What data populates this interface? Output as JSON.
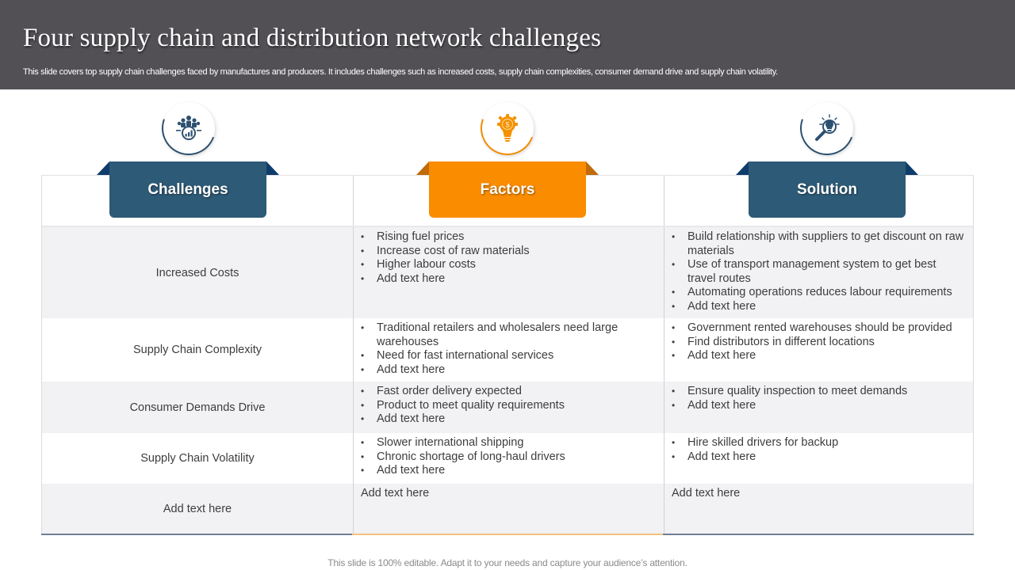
{
  "header": {
    "title": "Four supply chain and distribution network challenges",
    "subtitle": "This slide covers top supply chain challenges faced by manufactures and producers. It includes challenges such as increased costs, supply chain complexities, consumer demand drive and supply chain volatility."
  },
  "colors": {
    "header_bg": "#525055",
    "blue": "#2d5a76",
    "orange": "#fa8c00",
    "shaded_row": "#f2f1f4"
  },
  "columns": [
    {
      "label": "Challenges",
      "icon": "team-analytics-icon",
      "color": "#2d5a76"
    },
    {
      "label": "Factors",
      "icon": "lightbulb-gear-icon",
      "color": "#fa8c00"
    },
    {
      "label": "Solution",
      "icon": "magnifier-lightbulb-icon",
      "color": "#2d5a76"
    }
  ],
  "rows": [
    {
      "challenge": "Increased Costs",
      "factors": [
        "Rising fuel prices",
        "Increase cost of raw materials",
        "Higher labour costs",
        "Add text here"
      ],
      "solutions": [
        "Build relationship with suppliers to get discount on raw materials",
        "Use of transport management system to get best travel routes",
        "Automating operations reduces labour requirements",
        "Add text here"
      ]
    },
    {
      "challenge": "Supply Chain Complexity",
      "factors": [
        "Traditional retailers and wholesalers need large warehouses",
        "Need for fast international services",
        "Add text here"
      ],
      "solutions": [
        "Government rented warehouses should be provided",
        "Find distributors in different locations",
        "Add text here"
      ]
    },
    {
      "challenge": "Consumer Demands Drive",
      "factors": [
        "Fast order delivery expected",
        "Product to meet quality requirements",
        "Add text here"
      ],
      "solutions": [
        "Ensure quality inspection to meet demands",
        "Add text here"
      ]
    },
    {
      "challenge": "Supply Chain Volatility",
      "factors": [
        "Slower international shipping",
        "Chronic shortage of long-haul drivers",
        "Add text here"
      ],
      "solutions": [
        "Hire skilled drivers  for backup",
        "Add text here"
      ]
    },
    {
      "challenge": "Add text here",
      "factors_text": "Add text here",
      "solutions_text": "Add text here"
    }
  ],
  "footer": {
    "note": "This slide is 100% editable. Adapt it to your needs and capture your audience’s attention."
  }
}
